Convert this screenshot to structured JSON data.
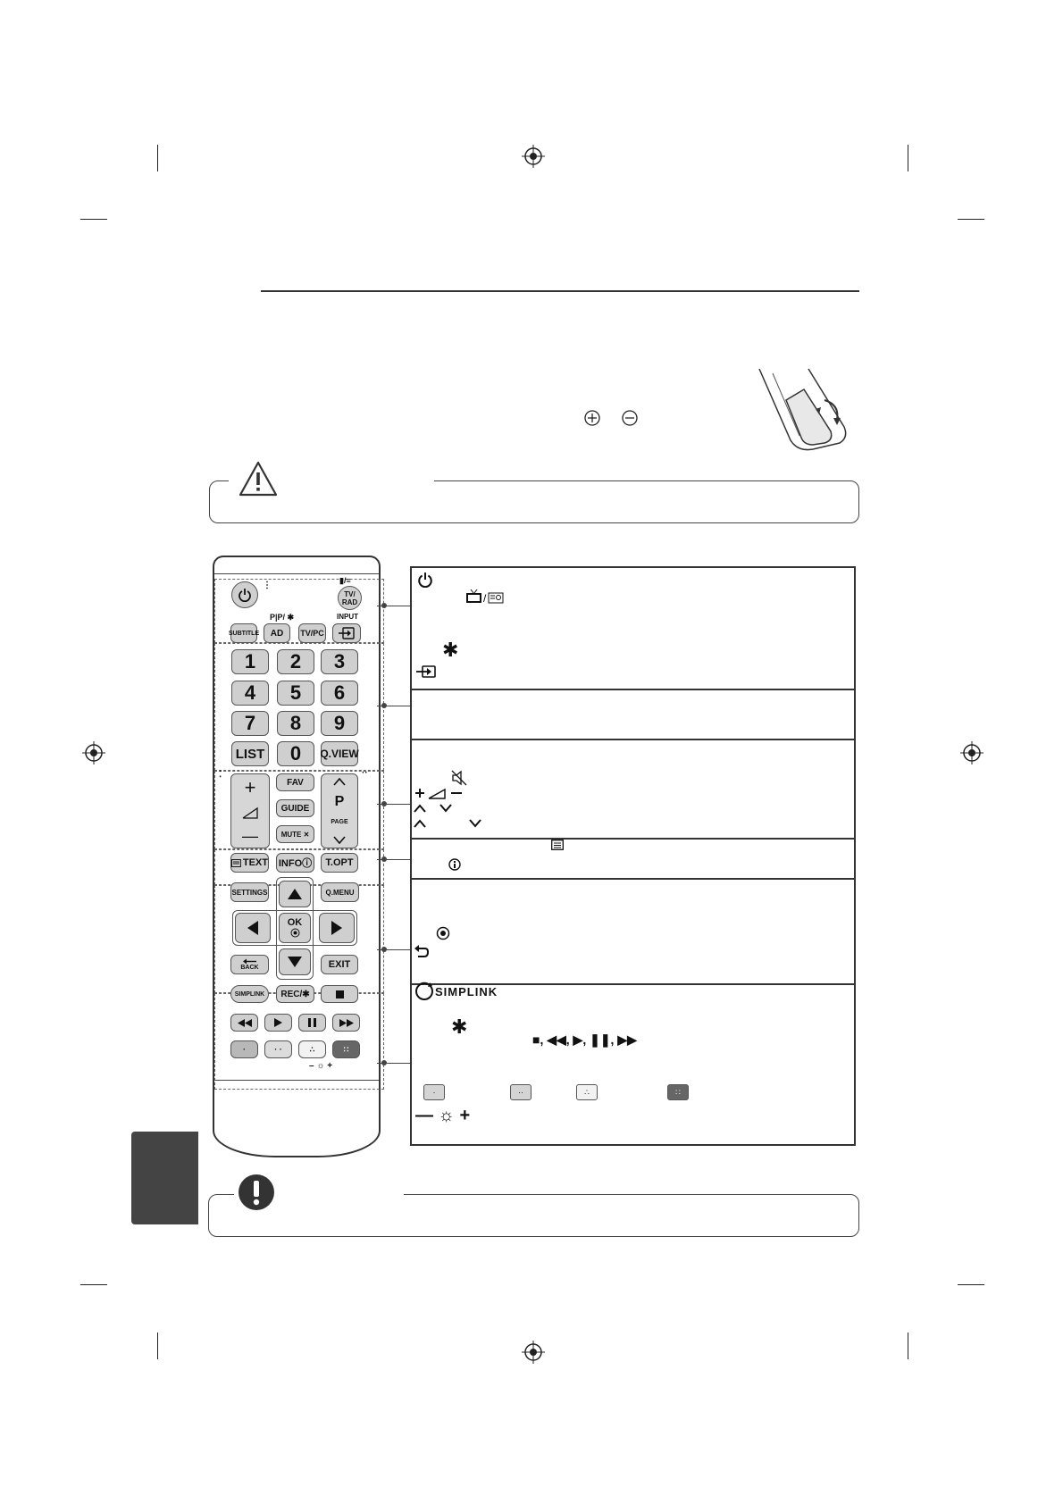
{
  "remote": {
    "power_icon": "power-icon",
    "tvrad_top": "▮/≡",
    "tvrad": "TV/\nRAD",
    "pip_label": "P|P/ ✱",
    "input_label": "INPUT",
    "subtitle": "SUBTITLE",
    "ad": "AD",
    "tvpc": "TV/PC",
    "numbers": [
      "1",
      "2",
      "3",
      "4",
      "5",
      "6",
      "7",
      "8",
      "9"
    ],
    "list": "LIST",
    "zero": "0",
    "qview": "Q.VIEW",
    "vol_plus": "+",
    "vol_minus": "—",
    "fav": "FAV",
    "guide": "GUIDE",
    "mute": "MUTE ✕",
    "p_label": "P",
    "page_label": "PAGE",
    "text": "TEXT",
    "info": "INFOⓘ",
    "topt": "T.OPT",
    "settings": "SETTINGS",
    "qmenu": "Q.MENU",
    "ok": "OK",
    "back": "BACK",
    "exit": "EXIT",
    "simplink": "SIMPLINK",
    "rec": "REC/✱",
    "brightness_label": "–  ☼  +"
  },
  "legend": {
    "simplink_logo": "SIMPLINK",
    "playback_keys": "■, ◀◀, ▶, ❚❚, ▶▶",
    "brightness_keys": "—  ☼  +"
  },
  "colors": {
    "button_fill": "#cfcfcf",
    "dark_button": "#666666",
    "side_tab": "#444444"
  }
}
